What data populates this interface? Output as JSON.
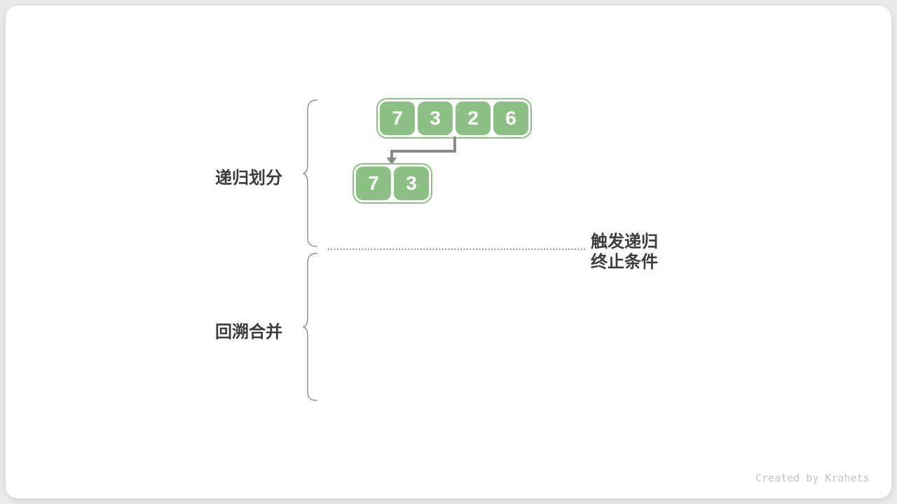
{
  "diagram": {
    "title_context": "merge-sort recursion figure",
    "phase_labels": [
      {
        "label": "递归划分"
      },
      {
        "label": "回溯合并"
      }
    ],
    "top_array": {
      "values": [
        "7",
        "3",
        "2",
        "6"
      ]
    },
    "sub_array": {
      "values": [
        "7",
        "3"
      ]
    },
    "annotation": {
      "line1": "触发递归",
      "line2": "终止条件"
    },
    "colors": {
      "cell_green": "#8CC084",
      "arrow_gray": "#8A8A8A",
      "brace_gray": "#8A8A8A",
      "dotted_line_gray": "#7D7D7D",
      "label_dark": "#3C3C3C",
      "watermark_gray": "#C4C4C4",
      "card_white": "#FFFFFF",
      "page_background": "#EAEAEA"
    }
  },
  "footer": {
    "watermark": "Created by Krahets"
  }
}
